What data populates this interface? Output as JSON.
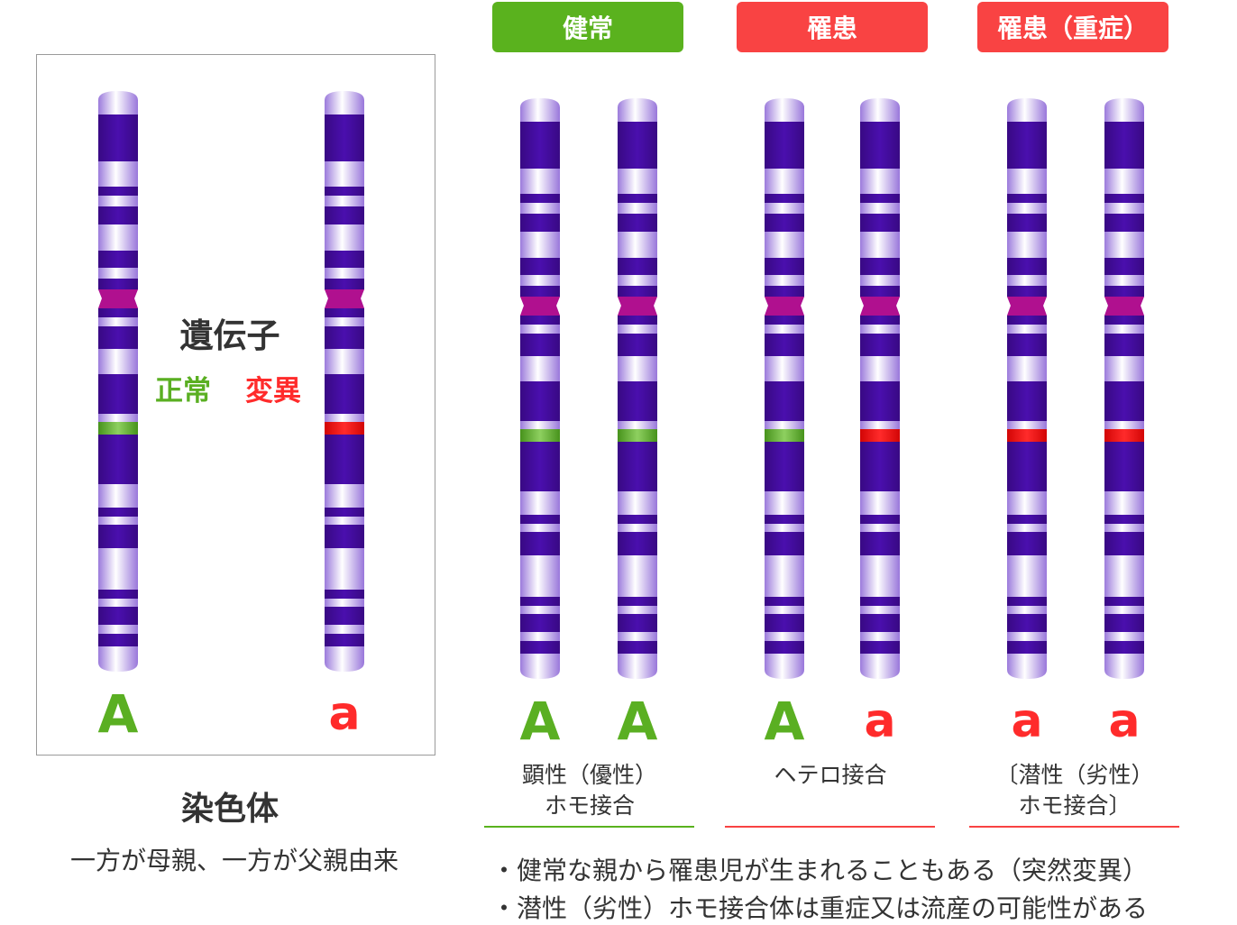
{
  "colors": {
    "chrom_dark": "#4a0fae",
    "chrom_light": "#ffffff",
    "centromere": "#b0108f",
    "normal_green": "#5aaf22",
    "mutant_red": "#ff2b2b",
    "badge_green": "#5ab21e",
    "badge_red": "#f94343",
    "text": "#333333"
  },
  "left_panel": {
    "legend_title": "遺伝子",
    "legend_normal": "正常",
    "legend_mutant": "変異",
    "caption_title": "染色体",
    "caption_sub": "一方が母親、一方が父親由来",
    "chromosomes": [
      {
        "allele": "A",
        "gene_state": "normal"
      },
      {
        "allele": "a",
        "gene_state": "mutant"
      }
    ]
  },
  "groups": [
    {
      "badge": "健常",
      "badge_color": "#5ab21e",
      "caption": "顕性（優性）\nホモ接合",
      "line_color": "#5ab21e",
      "chromosomes": [
        {
          "allele": "A",
          "gene_state": "normal"
        },
        {
          "allele": "A",
          "gene_state": "normal"
        }
      ]
    },
    {
      "badge": "罹患",
      "badge_color": "#f94343",
      "caption": "ヘテロ接合",
      "line_color": "#f94343",
      "chromosomes": [
        {
          "allele": "A",
          "gene_state": "normal"
        },
        {
          "allele": "a",
          "gene_state": "mutant"
        }
      ]
    },
    {
      "badge": "罹患（重症）",
      "badge_color": "#f94343",
      "caption": "〔潜性（劣性）\nホモ接合〕",
      "line_color": "#f94343",
      "chromosomes": [
        {
          "allele": "a",
          "gene_state": "mutant"
        },
        {
          "allele": "a",
          "gene_state": "mutant"
        }
      ]
    }
  ],
  "notes": [
    "・健常な親から罹患児が生まれることもある（突然変異）",
    "・潜性（劣性）ホモ接合体は重症又は流産の可能性がある"
  ]
}
